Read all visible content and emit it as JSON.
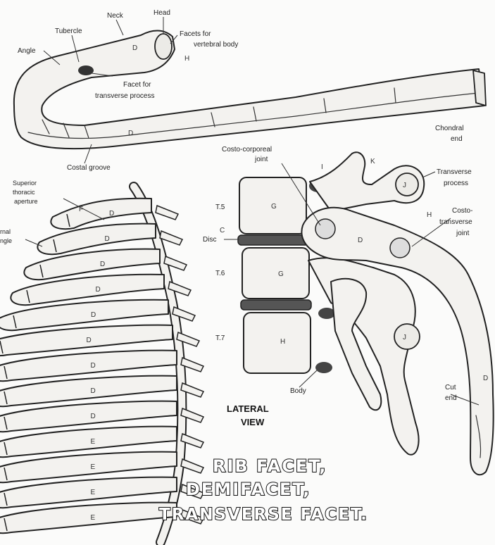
{
  "title_lines": [
    "RIB FACET,",
    "DEMIFACET,",
    "TRANSVERSE FACET."
  ],
  "view_label": [
    "LATERAL",
    "VIEW"
  ],
  "rib_labels": {
    "neck": "Neck",
    "head": "Head",
    "tubercle": "Tubercle",
    "angle": "Angle",
    "facets_vertebral": [
      "Facets for",
      "vertebral body"
    ],
    "facet_transverse": [
      "Facet for",
      "transverse process"
    ],
    "chondral_end": [
      "Chondral",
      "end"
    ],
    "costal_groove": "Costal groove"
  },
  "thorax_labels": {
    "superior_aperture": [
      "Superior",
      "thoracic",
      "aperture"
    ],
    "costal_angle": [
      "rnal",
      "ngle"
    ]
  },
  "spine_labels": {
    "costo_corporeal": [
      "Costo-corporeal",
      "joint"
    ],
    "transverse_process": [
      "Transverse",
      "process"
    ],
    "costo_transverse": [
      "Costo-",
      "transverse",
      "joint"
    ],
    "disc": "Disc",
    "t5": "T.5",
    "t6": "T.6",
    "t7": "T.7",
    "body": "Body",
    "cut_end": [
      "Cut",
      "end"
    ]
  },
  "letters": {
    "D": "D",
    "H": "H",
    "E": "E",
    "F": "F",
    "G": "G",
    "J": "J",
    "K": "K",
    "I": "I",
    "C": "C"
  }
}
